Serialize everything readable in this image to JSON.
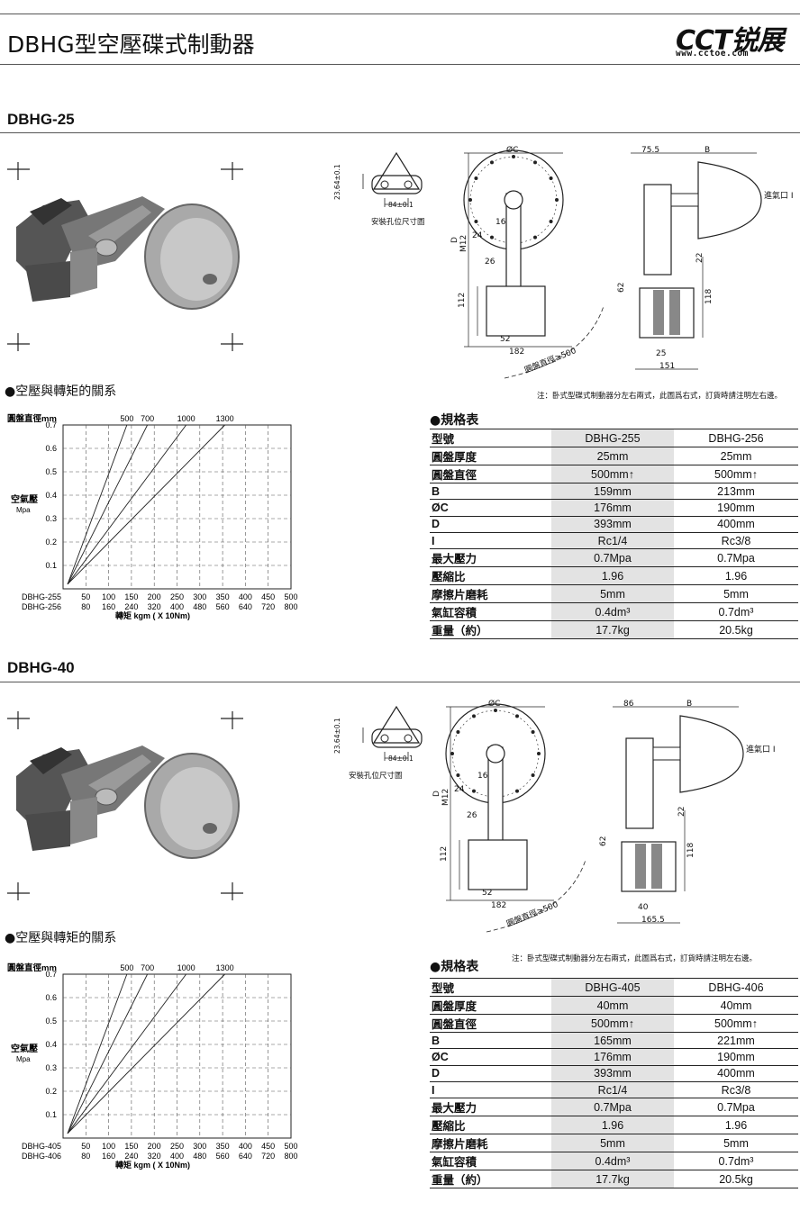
{
  "header": {
    "title": "DBHG型空壓碟式制動器",
    "logo_text": "CCT锐展",
    "logo_url": "www.cctoe.com"
  },
  "sections": [
    {
      "title": "DBHG-25",
      "chart_title": "●空壓與轉矩的關系",
      "spec_title": "●規格表",
      "mount_label": "安裝孔位尺寸圖",
      "mount_dim_h": "23.64±0.1",
      "mount_dim_w": "84±0.1",
      "drawing_dims": {
        "oc": "ØC",
        "b": "B",
        "left_offset": "75.5",
        "d": "D",
        "m12": "M12",
        "d16": "16",
        "d24": "24",
        "d26": "26",
        "d112": "112",
        "d52": "52",
        "d182": "182",
        "disk": "圓盤直徑≥500",
        "d62": "62",
        "d22": "22",
        "d118": "118",
        "d25": "25",
        "d151": "151",
        "inlet": "進氣口 I"
      },
      "note": "注：卧式型碟式制動器分左右兩式，此圖爲右式，訂貨時請注明左右邊。",
      "table": {
        "header": [
          "型號",
          "DBHG-255",
          "DBHG-256"
        ],
        "rows": [
          [
            "圓盤厚度",
            "25mm",
            "25mm"
          ],
          [
            "圓盤直徑",
            "500mm↑",
            "500mm↑"
          ],
          [
            "B",
            "159mm",
            "213mm"
          ],
          [
            "ØC",
            "176mm",
            "190mm"
          ],
          [
            "D",
            "393mm",
            "400mm"
          ],
          [
            "I",
            "Rc1/4",
            "Rc3/8"
          ],
          [
            "最大壓力",
            "0.7Mpa",
            "0.7Mpa"
          ],
          [
            "壓縮比",
            "1.96",
            "1.96"
          ],
          [
            "摩擦片磨耗",
            "5mm",
            "5mm"
          ],
          [
            "氣缸容積",
            "0.4dm³",
            "0.7dm³"
          ],
          [
            "重量（約）",
            "17.7kg",
            "20.5kg"
          ]
        ]
      }
    },
    {
      "title": "DBHG-40",
      "chart_title": "●空壓與轉矩的關系",
      "spec_title": "●規格表",
      "mount_label": "安裝孔位尺寸圖",
      "mount_dim_h": "23.64±0.1",
      "mount_dim_w": "84±0.1",
      "drawing_dims": {
        "oc": "ØC",
        "b": "B",
        "left_offset": "86",
        "d": "D",
        "m12": "M12",
        "d16": "16",
        "d24": "24",
        "d26": "26",
        "d112": "112",
        "d52": "52",
        "d182": "182",
        "disk": "圓盤直徑≥500",
        "d62": "62",
        "d22": "22",
        "d118": "118",
        "d25": "40",
        "d151": "165.5",
        "inlet": "進氣口 I"
      },
      "note": "注：卧式型碟式制動器分左右兩式，此圖爲右式，訂貨時請注明左右邊。",
      "table": {
        "header": [
          "型號",
          "DBHG-405",
          "DBHG-406"
        ],
        "rows": [
          [
            "圓盤厚度",
            "40mm",
            "40mm"
          ],
          [
            "圓盤直徑",
            "500mm↑",
            "500mm↑"
          ],
          [
            "B",
            "165mm",
            "221mm"
          ],
          [
            "ØC",
            "176mm",
            "190mm"
          ],
          [
            "D",
            "393mm",
            "400mm"
          ],
          [
            "I",
            "Rc1/4",
            "Rc3/8"
          ],
          [
            "最大壓力",
            "0.7Mpa",
            "0.7Mpa"
          ],
          [
            "壓縮比",
            "1.96",
            "1.96"
          ],
          [
            "摩擦片磨耗",
            "5mm",
            "5mm"
          ],
          [
            "氣缸容積",
            "0.4dm³",
            "0.7dm³"
          ],
          [
            "重量（約）",
            "17.7kg",
            "20.5kg"
          ]
        ]
      }
    }
  ],
  "chart_data": [
    {
      "type": "line",
      "title": "",
      "ylabel": "空氣壓",
      "ylabel_unit": "Mpa",
      "top_axis_label": "圓盤直徑mm",
      "xlabel": "轉矩 kgm ( X 10Nm)",
      "ylim": [
        0,
        0.7
      ],
      "yticks": [
        "0.1",
        "0.2",
        "0.3",
        "0.4",
        "0.5",
        "0.6",
        "0.7"
      ],
      "x_rows": [
        {
          "name": "DBHG-255",
          "ticks": [
            "50",
            "100",
            "150",
            "200",
            "250",
            "300",
            "350",
            "400",
            "450",
            "500"
          ]
        },
        {
          "name": "DBHG-256",
          "ticks": [
            "80",
            "160",
            "240",
            "320",
            "400",
            "480",
            "560",
            "640",
            "720",
            "800"
          ]
        }
      ],
      "xlim": [
        0,
        500
      ],
      "series": [
        {
          "name": "500",
          "x": [
            10,
            140
          ],
          "y": [
            0.02,
            0.7
          ]
        },
        {
          "name": "700",
          "x": [
            10,
            185
          ],
          "y": [
            0.02,
            0.7
          ]
        },
        {
          "name": "1000",
          "x": [
            10,
            270
          ],
          "y": [
            0.02,
            0.7
          ]
        },
        {
          "name": "1300",
          "x": [
            10,
            355
          ],
          "y": [
            0.02,
            0.7
          ]
        }
      ],
      "grid": true
    },
    {
      "type": "line",
      "title": "",
      "ylabel": "空氣壓",
      "ylabel_unit": "Mpa",
      "top_axis_label": "圓盤直徑mm",
      "xlabel": "轉矩 kgm ( X 10Nm)",
      "ylim": [
        0,
        0.7
      ],
      "yticks": [
        "0.1",
        "0.2",
        "0.3",
        "0.4",
        "0.5",
        "0.6",
        "0.7"
      ],
      "x_rows": [
        {
          "name": "DBHG-405",
          "ticks": [
            "50",
            "100",
            "150",
            "200",
            "250",
            "300",
            "350",
            "400",
            "450",
            "500"
          ]
        },
        {
          "name": "DBHG-406",
          "ticks": [
            "80",
            "160",
            "240",
            "320",
            "400",
            "480",
            "560",
            "640",
            "720",
            "800"
          ]
        }
      ],
      "xlim": [
        0,
        500
      ],
      "series": [
        {
          "name": "500",
          "x": [
            10,
            140
          ],
          "y": [
            0.02,
            0.7
          ]
        },
        {
          "name": "700",
          "x": [
            10,
            185
          ],
          "y": [
            0.02,
            0.7
          ]
        },
        {
          "name": "1000",
          "x": [
            10,
            270
          ],
          "y": [
            0.02,
            0.7
          ]
        },
        {
          "name": "1300",
          "x": [
            10,
            355
          ],
          "y": [
            0.02,
            0.7
          ]
        }
      ],
      "grid": true
    }
  ]
}
